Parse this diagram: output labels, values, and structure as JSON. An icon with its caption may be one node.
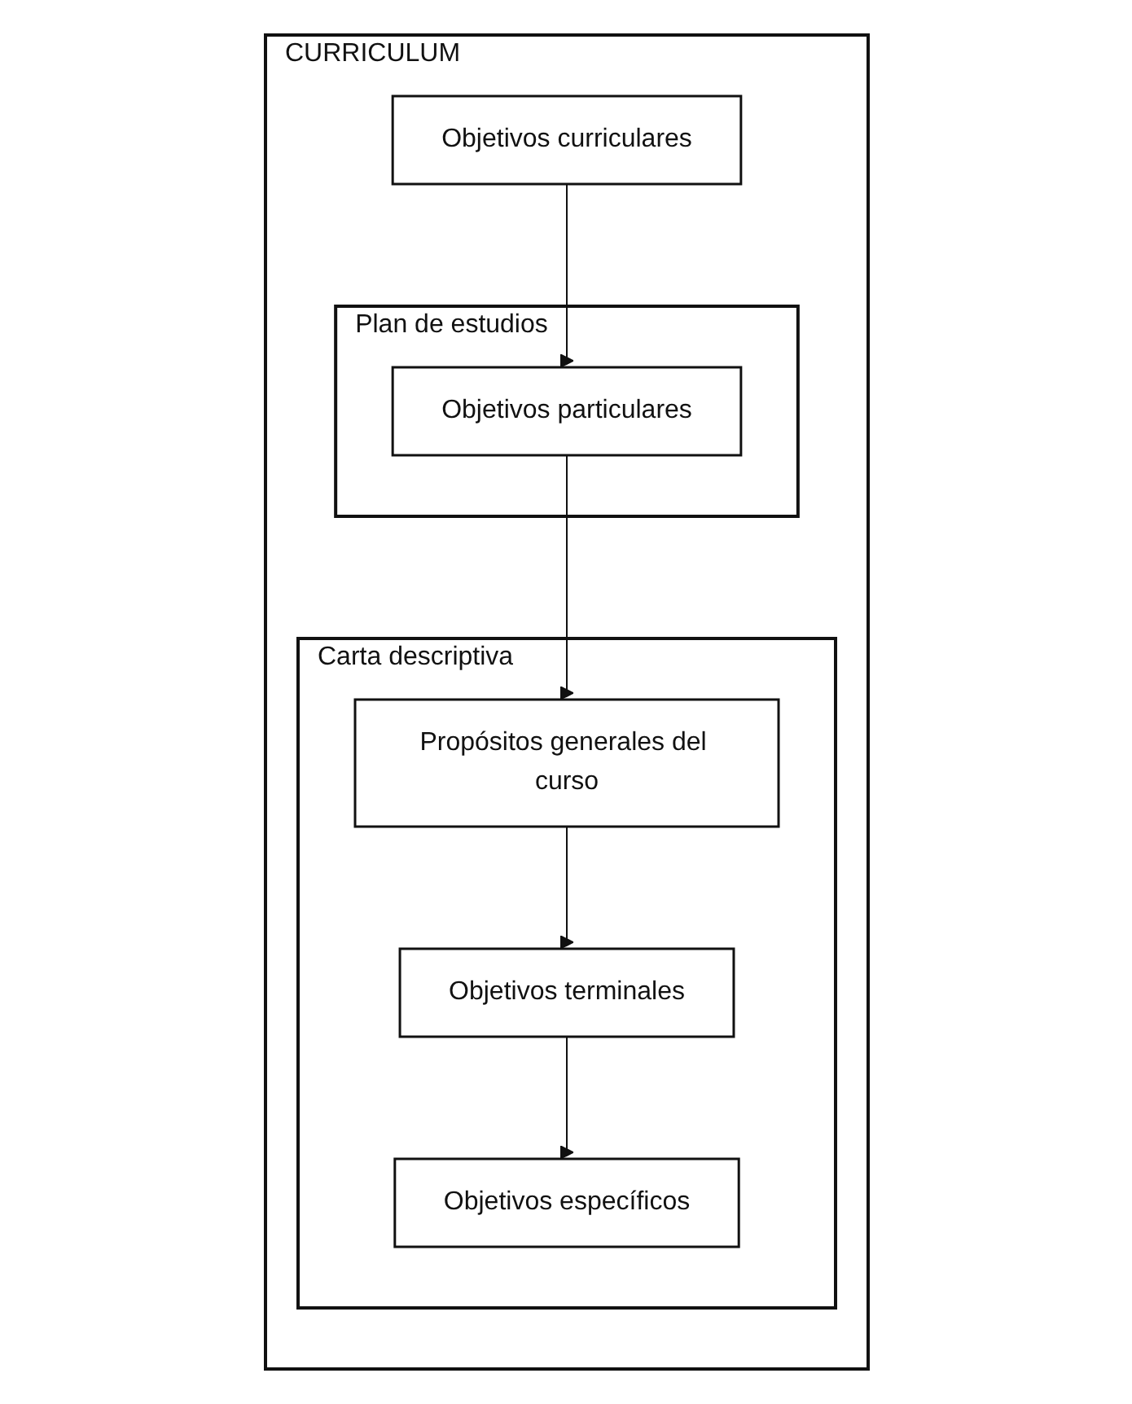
{
  "diagram": {
    "nodes": [
      {
        "text": [
          "CURRICULUM"
        ]
      },
      {
        "text": [
          "Objetivos curriculares"
        ],
        "in": 0
      },
      {
        "text": [
          "Plan de estudios"
        ],
        "in": 0
      },
      {
        "text": [
          "Objetivos particulares"
        ],
        "in": 2
      },
      {
        "text": [
          "Carta descriptiva"
        ],
        "in": 0
      },
      {
        "text": [
          "Propósitos generales del curso"
        ],
        "in": 4
      },
      {
        "text": [
          "Objetivos terminales"
        ],
        "in": 4
      },
      {
        "text": [
          "Objetivos específicos"
        ],
        "in": 4
      }
    ],
    "edges": [
      {
        "from": 1,
        "to": 3,
        "arrow": "to"
      },
      {
        "from": 3,
        "to": 5,
        "arrow": "to"
      },
      {
        "from": 5,
        "to": 6,
        "arrow": "to"
      },
      {
        "from": 6,
        "to": 7,
        "arrow": "to"
      }
    ]
  }
}
